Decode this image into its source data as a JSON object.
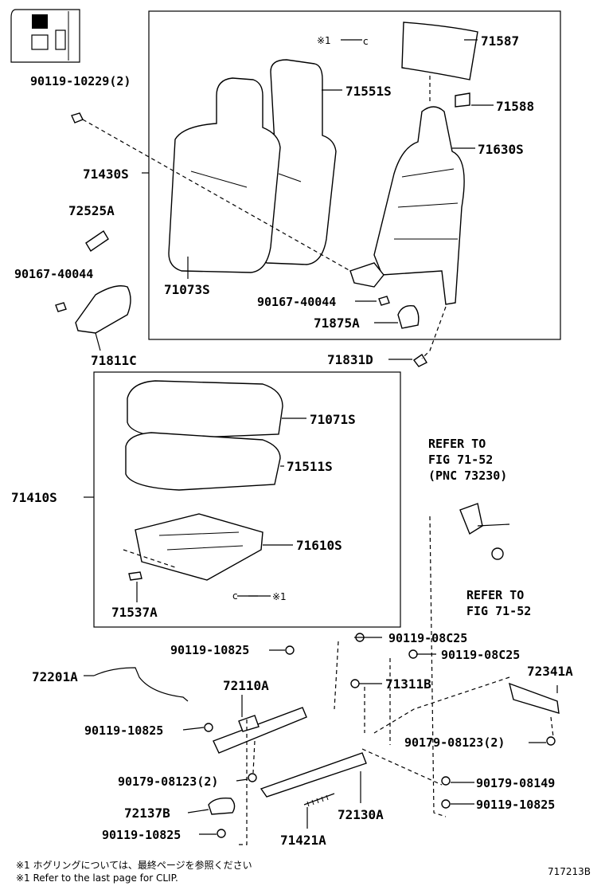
{
  "labels": {
    "p71587": "71587",
    "p71588": "71588",
    "p71551S": "71551S",
    "p71630S": "71630S",
    "p71430S": "71430S",
    "p71073S": "71073S",
    "p90119_10229": "90119-10229(2)",
    "p72525A": "72525A",
    "p90167_40044_l": "90167-40044",
    "p71811C": "71811C",
    "p90167_40044_r": "90167-40044",
    "p71875A": "71875A",
    "p71831D": "71831D",
    "p71071S": "71071S",
    "p71511S": "71511S",
    "p71410S": "71410S",
    "p71610S": "71610S",
    "p71537A": "71537A",
    "p90119_10825_a": "90119-10825",
    "p90119_08C25_a": "90119-08C25",
    "p90119_08C25_b": "90119-08C25",
    "p72201A": "72201A",
    "p72110A": "72110A",
    "p71311B": "71311B",
    "p72341A": "72341A",
    "p90119_10825_b": "90119-10825",
    "p90179_08123_r": "90179-08123(2)",
    "p90179_08123_l": "90179-08123(2)",
    "p90179_08149": "90179-08149",
    "p72137B": "72137B",
    "p72130A": "72130A",
    "p90119_10825_c": "90119-10825",
    "p90119_10825_d": "90119-10825",
    "p71421A": "71421A"
  },
  "refs": {
    "clip_mark_top": "※1",
    "clip_mark_mid": "※1",
    "refer1_l1": "REFER TO",
    "refer1_l2": "FIG 71-52",
    "refer1_l3": "(PNC 73230)",
    "refer2_l1": "REFER TO",
    "refer2_l2": "FIG 71-52"
  },
  "footnotes": {
    "jp": "※1  ホグリングについては、最終ページを参照ください",
    "en": "※1  Refer to the last page for CLIP."
  },
  "diagram_id": "717213B"
}
